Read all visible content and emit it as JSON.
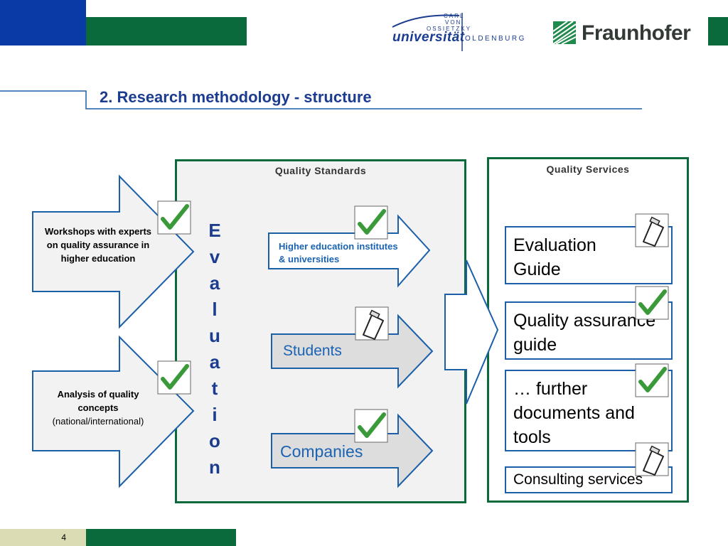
{
  "header": {
    "uni_top_1": "CARL",
    "uni_top_2": "VON",
    "uni_top_3": "OSSIETZKY",
    "uni_word": "universität",
    "uni_city": "OLDENBURG",
    "partner_name": "Fraunhofer"
  },
  "title": "2. Research methodology - structure",
  "quality_standards": {
    "heading": "Quality Standards",
    "vertical_label": [
      "E",
      "v",
      "a",
      "l",
      "u",
      "a",
      "t",
      "i",
      "o",
      "n"
    ],
    "targets": [
      {
        "label": "Higher education institutes & universities",
        "icon": "checkmark-icon"
      },
      {
        "label": "Students",
        "icon": "clipboard-icon"
      },
      {
        "label": "Companies",
        "icon": "checkmark-icon"
      }
    ]
  },
  "inputs": [
    {
      "label": "Workshops with experts on quality assurance in higher education",
      "icon": "checkmark-icon"
    },
    {
      "label_bold": "Analysis of quality concepts",
      "label_normal": "(national/international)",
      "icon": "checkmark-icon"
    }
  ],
  "quality_services": {
    "heading": "Quality Services",
    "items": [
      {
        "label": "Evaluation Guide",
        "icon": "clipboard-icon"
      },
      {
        "label": "Quality assurance guide",
        "icon": "checkmark-icon"
      },
      {
        "label": "… further documents and tools",
        "icon": "checkmark-icon"
      },
      {
        "label": "Consulting services",
        "icon": "clipboard-icon"
      }
    ]
  },
  "footer": {
    "page_number": "4"
  },
  "colors": {
    "brand_blue": "#0a3aa6",
    "brand_green": "#0b6a3b",
    "title_blue": "#1b3c8f",
    "arrow_blue": "#1b5fa8",
    "check_green": "#3a9a3a"
  }
}
